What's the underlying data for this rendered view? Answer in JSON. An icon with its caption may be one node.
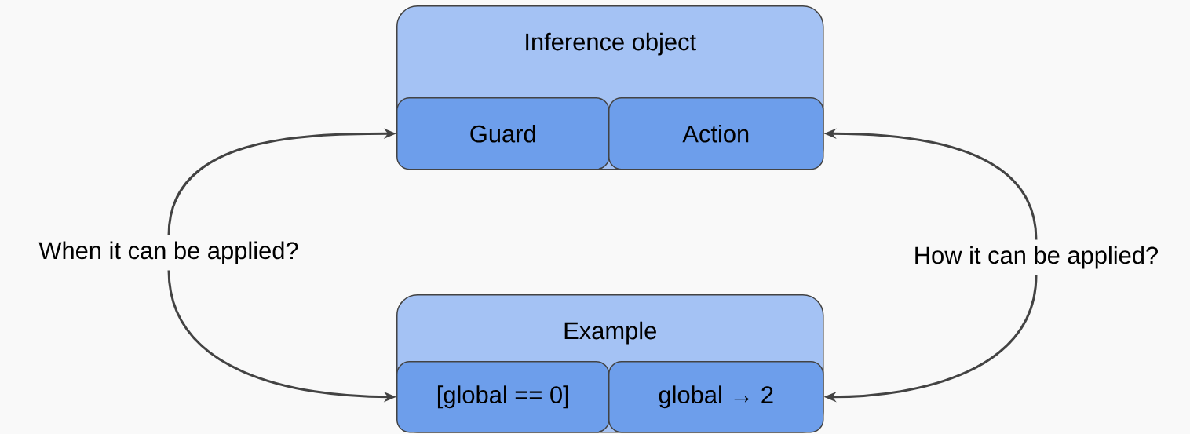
{
  "diagram": {
    "nodes": [
      {
        "text": [
          "Inference object"
        ]
      },
      {
        "text": [
          "Guard"
        ],
        "in": 0
      },
      {
        "text": [
          "Action"
        ],
        "in": 0
      },
      {
        "text": [
          "Example"
        ]
      },
      {
        "text": [
          "[global == 0]"
        ],
        "in": 3
      },
      {
        "text": [
          "global → 2"
        ],
        "in": 3
      },
      {
        "text": [
          "When it can be applied?"
        ]
      },
      {
        "text": [
          "How it can be applied?"
        ]
      }
    ],
    "edges": [
      {
        "from": 6,
        "to": 1,
        "arrow": "to"
      },
      {
        "from": 6,
        "to": 4,
        "arrow": "to"
      },
      {
        "from": 7,
        "to": 2,
        "arrow": "to"
      },
      {
        "from": 7,
        "to": 5,
        "arrow": "to"
      }
    ]
  }
}
